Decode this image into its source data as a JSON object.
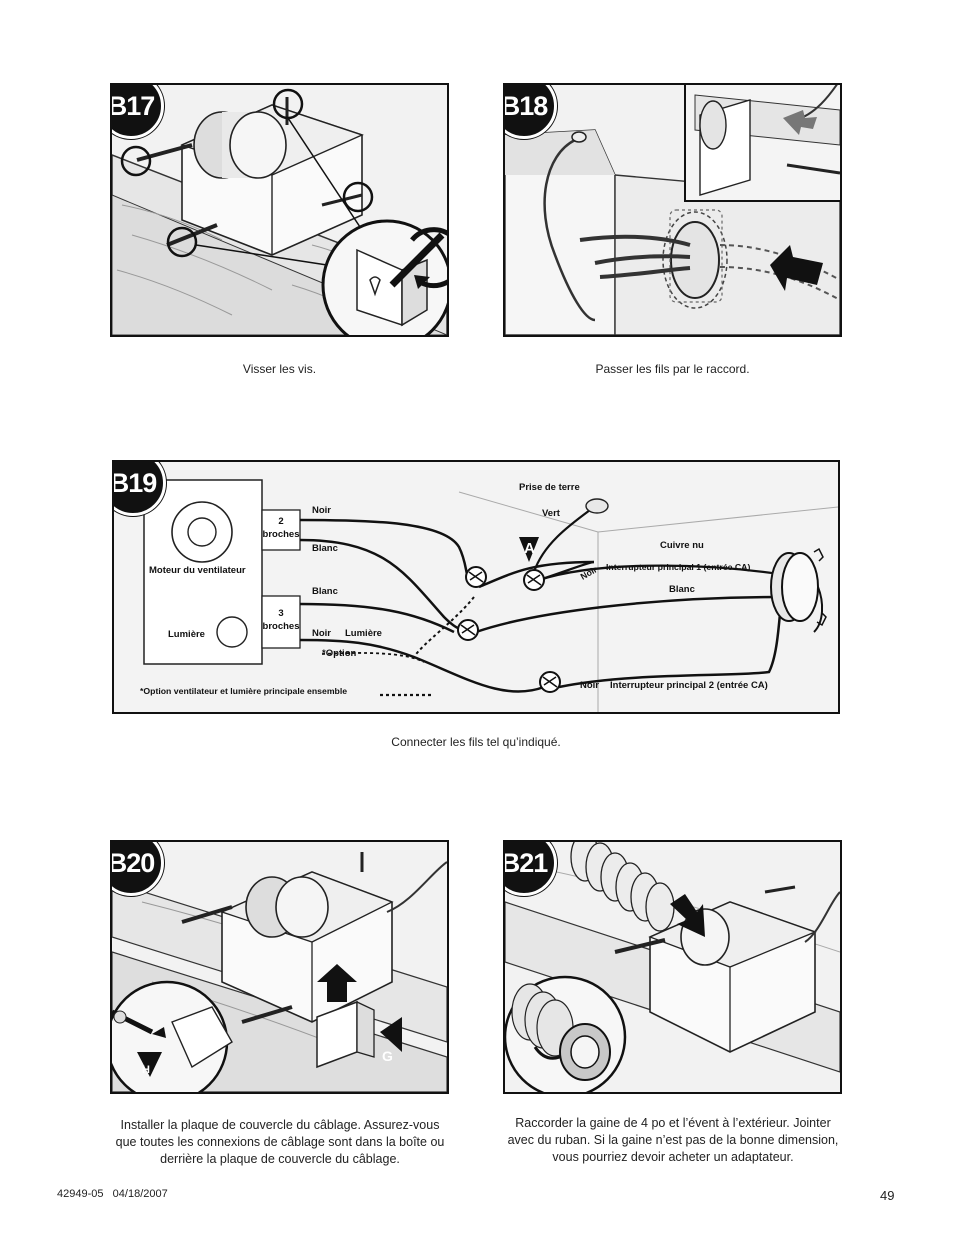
{
  "panels": {
    "b17": {
      "badge": "B17",
      "caption": "Visser les vis."
    },
    "b18": {
      "badge": "B18",
      "caption": "Passer les fils par le raccord."
    },
    "b19": {
      "badge": "B19",
      "caption": "Connecter les fils tel qu’indiqué.",
      "labels": {
        "prise_de_terre": "Prise de terre",
        "vert": "Vert",
        "noir_top": "Noir",
        "two_broches_num": "2",
        "two_broches": "broches",
        "blanc_1": "Blanc",
        "moteur": "Moteur du ventilateur",
        "a_marker": "A",
        "cuivre_nu": "Cuivre nu",
        "interrupteur_1": "Interrupteur principal 1 (entrée CA)",
        "noir_diag": "Noir",
        "blanc_right": "Blanc",
        "blanc_2": "Blanc",
        "three_broches_num": "3",
        "three_broches": "broches",
        "lumiere_left": "Lumière",
        "noir_lumiere_noir": "Noir",
        "noir_lumiere_lum": "Lumière",
        "option": "*Option",
        "option_note": "*Option ventilateur et lumière principale ensemble",
        "noir_bottom": "Noir",
        "interrupteur_2": "Interrupteur principal 2 (entrée CA)"
      }
    },
    "b20": {
      "badge": "B20",
      "caption_lines": [
        "Installer la plaque de couvercle du câblage. Assurez-vous",
        "que toutes les connexions de câblage sont dans la boîte ou",
        "derrière la plaque de couvercle du câblage."
      ],
      "marker_g": "G",
      "marker_h": "H"
    },
    "b21": {
      "badge": "B21",
      "caption_lines": [
        "Raccorder la gaine de 4 po et l’évent à l’extérieur. Jointer",
        "avec du ruban. Si la gaine n’est pas de la bonne dimension,",
        "vous pourriez devoir acheter un adaptateur."
      ]
    }
  },
  "footer": {
    "doc_id": "42949-05",
    "date": "04/18/2007",
    "page": "49"
  }
}
